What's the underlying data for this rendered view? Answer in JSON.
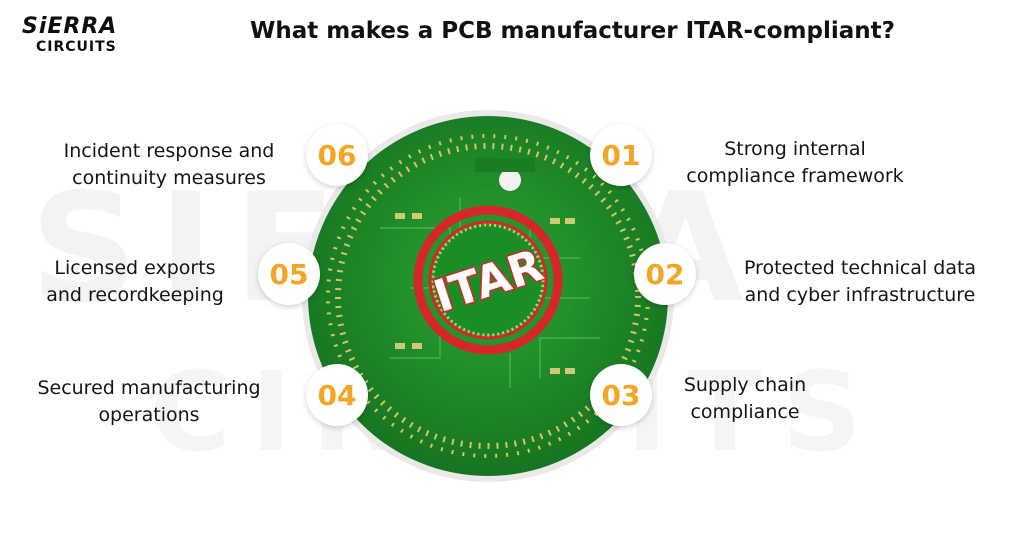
{
  "logo": {
    "line1": "SiERRA",
    "line2": "CIRCUITS",
    "watermark": "SIERRA CIRCUITS"
  },
  "title": "What makes a PCB manufacturer ITAR-compliant?",
  "stamp_text": "ITAR",
  "colors": {
    "accent": "#f5a524",
    "board_green": "#1f8a2a",
    "stamp_red": "#d7262b",
    "text": "#151515"
  },
  "items": [
    {
      "number": "01",
      "lines": [
        "Strong internal",
        "compliance framework"
      ]
    },
    {
      "number": "02",
      "lines": [
        "Protected technical data",
        "and cyber infrastructure"
      ]
    },
    {
      "number": "03",
      "lines": [
        "Supply chain",
        "compliance"
      ]
    },
    {
      "number": "04",
      "lines": [
        "Secured manufacturing",
        "operations"
      ]
    },
    {
      "number": "05",
      "lines": [
        "Licensed exports",
        "and recordkeeping"
      ]
    },
    {
      "number": "06",
      "lines": [
        "Incident response and",
        "continuity measures"
      ]
    }
  ]
}
